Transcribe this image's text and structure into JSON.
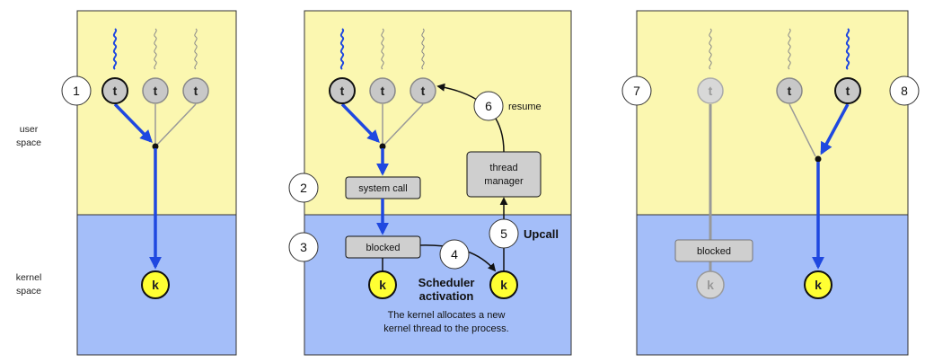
{
  "side_labels": {
    "user_line1": "user",
    "user_line2": "space",
    "kernel_line1": "kernel",
    "kernel_line2": "space"
  },
  "thread_label": "t",
  "kernel_label": "k",
  "steps": [
    "1",
    "2",
    "3",
    "4",
    "5",
    "6",
    "7",
    "8"
  ],
  "boxes": {
    "system_call": "system call",
    "blocked": "blocked",
    "blocked_right": "blocked",
    "thread_manager_line1": "thread",
    "thread_manager_line2": "manager"
  },
  "labels": {
    "resume": "resume",
    "upcall": "Upcall",
    "scheduler_line1": "Scheduler",
    "scheduler_line2": "activation",
    "note_line1": "The kernel allocates a new",
    "note_line2": "kernel thread to the process."
  },
  "colors": {
    "user_space": "#fbf7b0",
    "kernel_space": "#a4bef9",
    "active_arrow": "#1f48e0",
    "kernel_node": "#ffff33",
    "thread_node": "#c8c8c8",
    "box": "#cfcfcf"
  }
}
